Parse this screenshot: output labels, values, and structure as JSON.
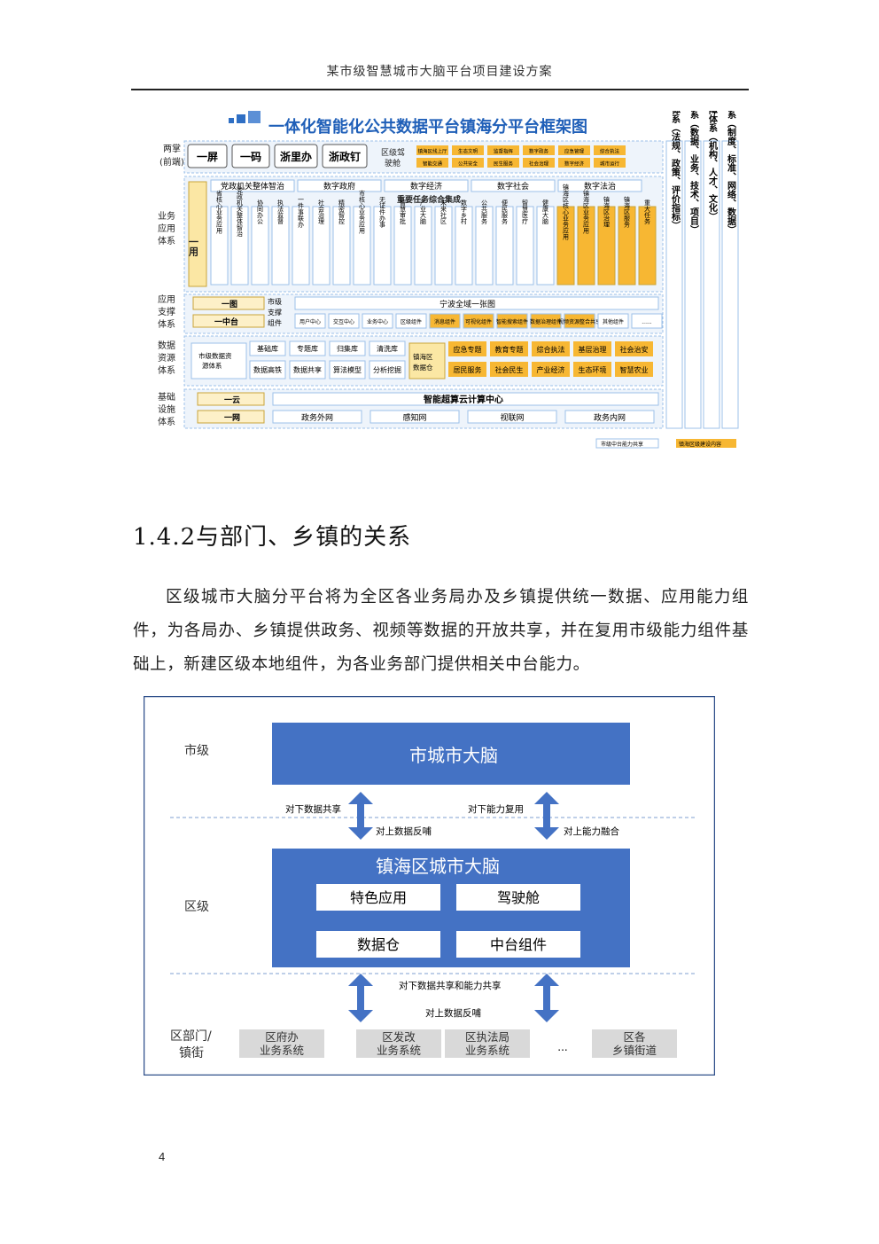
{
  "header": {
    "title": "某市级智慧城市大脑平台项目建设方案"
  },
  "figure1": {
    "title": "一体化智能化公共数据平台镇海分平台框架图",
    "rows": {
      "two_palm": "两掌\n(前端)",
      "business": "业务\n应用\n体系",
      "app_support": "应用\n支撑\n体系",
      "data_resource": "数据\n资源\n体系",
      "infra": "基础\n设施\n体系"
    },
    "front": [
      "一屏",
      "一码",
      "浙里办",
      "浙政钉"
    ],
    "cockpit_label": "区级驾\n驶舱",
    "cockpit_items": [
      "镇海区线上厅",
      "生态文明",
      "监督指挥",
      "数字政务",
      "应急管理",
      "综合执法",
      "智能交通",
      "公共安全",
      "民生服务",
      "社会治理",
      "数字经济",
      "城市运行"
    ],
    "business_label": "一用",
    "business_top": [
      "党政机关整体智治",
      "数字政府",
      "数字经济",
      "数字社会",
      "数字法治"
    ],
    "business_mid": "重要任务综合集成",
    "business_cols": [
      "省核心业务应用",
      "党政机关整体智治",
      "协同办公",
      "执法监督",
      "一件事联办",
      "社会治理",
      "精密智控",
      "市核心业务应用",
      "无证件办事",
      "智慧审批",
      "产业大脑",
      "未来社区",
      "数字乡村",
      "公共服务",
      "便民服务",
      "智慧医疗",
      "健康大脑",
      "镇海区核心业务应用",
      "镇海区业务应用",
      "镇海区治理",
      "镇海区服务",
      "重大任务"
    ],
    "support_left": [
      "一图",
      "一中台"
    ],
    "support_mid": "市级\n支撑\n组件",
    "support_map": "宁波全域一张图",
    "support_items": [
      "用户中心",
      "交互中心",
      "业务中心",
      "区级组件",
      "消息组件",
      "可视化组件",
      "智能搜索组件",
      "数据治理组件",
      "视频资源整合共享",
      "其他组件",
      "......"
    ],
    "data_left": "市级数据资源体系",
    "data_base": [
      "基础库",
      "专题库",
      "归集库",
      "清洗库"
    ],
    "data_sub": [
      "数据高铁",
      "数据共享",
      "算法模型",
      "分析挖掘"
    ],
    "data_district": "镇海区数据仓",
    "data_topics": [
      "应急专题",
      "教育专题",
      "综合执法",
      "基层治理",
      "社会治安",
      "居民服务",
      "社会民生",
      "产业经济",
      "生态环境",
      "智慧农业"
    ],
    "infra_cloud": "一云",
    "infra_net": "一网",
    "infra_compute": "智能超算云计算中心",
    "infra_nets": [
      "政务外网",
      "感知网",
      "视联网",
      "政务内网"
    ],
    "side_columns": [
      "政策制度体系（法规、政策、评价指标）",
      "标准规范体系（数据、业务、技术、项目）",
      "组织保障体系（机构、人才、文化）",
      "网络安全体系（制度、标准、网络、数据）"
    ],
    "legend": [
      "市级中台能力共享",
      "镇海区级建设内容"
    ]
  },
  "section": {
    "heading": "1.4.2与部门、乡镇的关系"
  },
  "paragraph": "区级城市大脑分平台将为全区各业务局办及乡镇提供统一数据、应用能力组件，为各局办、乡镇提供政务、视频等数据的开放共享，并在复用市级能力组件基础上，新建区级本地组件，为各业务部门提供相关中台能力。",
  "figure2": {
    "level_city": "市级",
    "level_district": "区级",
    "level_dept": "区部门/\n镇街",
    "city_brain": "市城市大脑",
    "district_brain": "镇海区城市大脑",
    "district_modules": [
      "特色应用",
      "驾驶舱",
      "数据仓",
      "中台组件"
    ],
    "arrow_labels": {
      "down_data": "对下数据共享",
      "up_data": "对上数据反哺",
      "down_capability": "对下能力复用",
      "up_capability": "对上能力融合",
      "down_share": "对下数据共享和能力共享",
      "up_feedback": "对上数据反哺"
    },
    "dept_systems": [
      "区府办\n业务系统",
      "区发改\n业务系统",
      "区执法局\n业务系统",
      "...",
      "区各\n乡镇街道"
    ]
  },
  "page_number": "4"
}
